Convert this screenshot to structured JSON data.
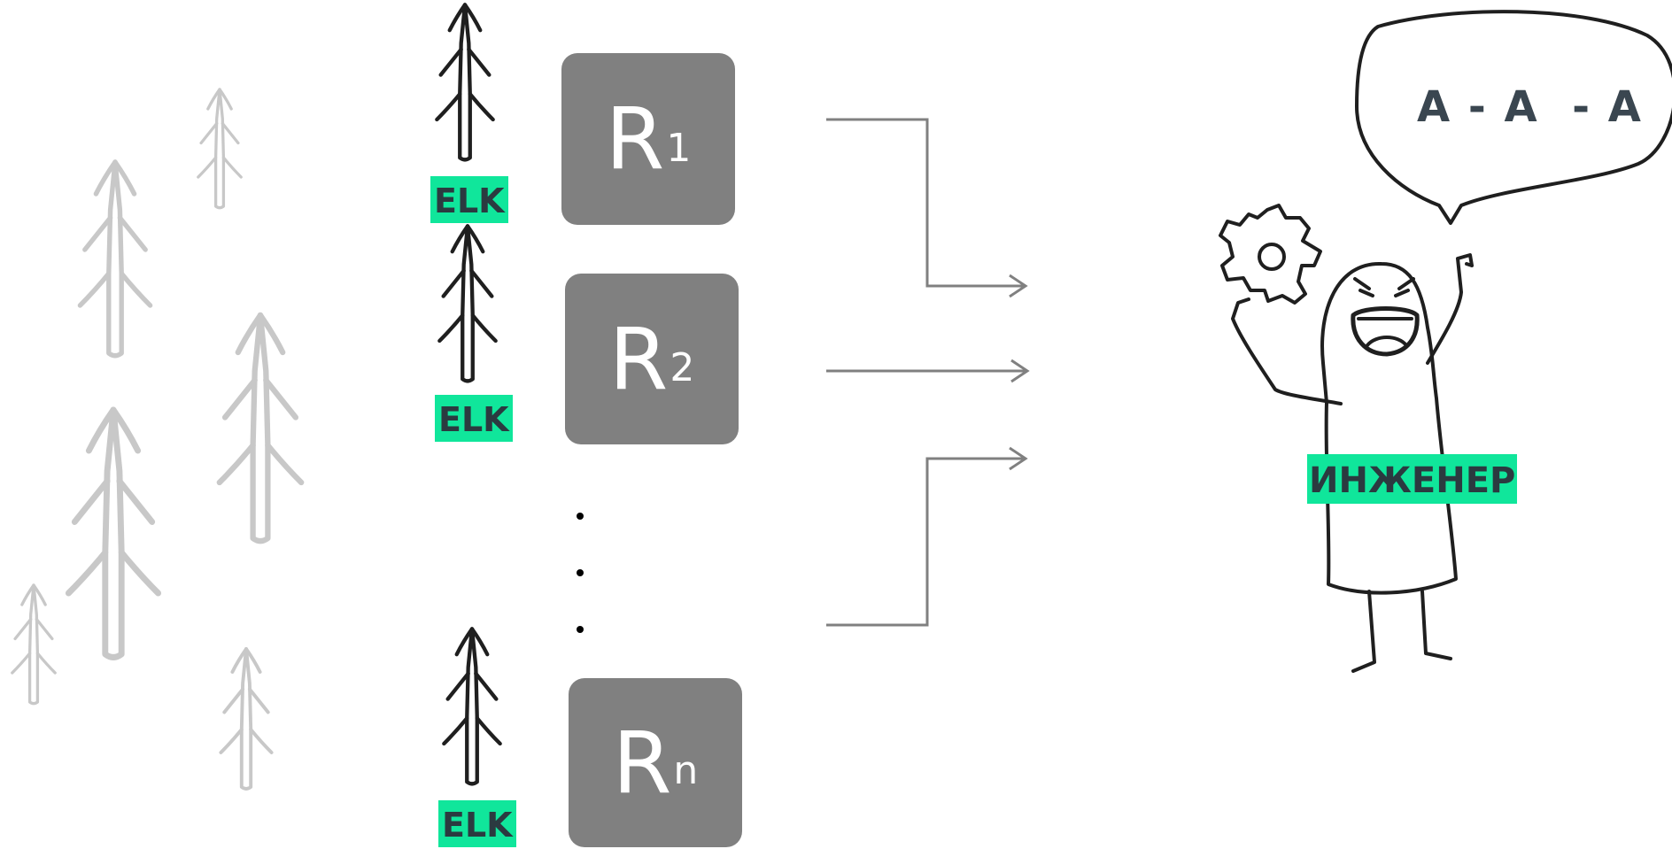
{
  "servers": [
    {
      "letter": "R",
      "index": "1"
    },
    {
      "letter": "R",
      "index": "2"
    },
    {
      "letter": "R",
      "index": "n"
    }
  ],
  "elk_tags": [
    "ELK",
    "ELK",
    "ELK"
  ],
  "engineer": {
    "role_label": "ИНЖЕНЕР",
    "speech": "A - A  - A"
  },
  "colors": {
    "tag_background": "#10e69b",
    "tag_text": "#2b3a40",
    "server_fill": "#808080",
    "connector": "#808080",
    "faded_tree": "#c8c8c8",
    "dark_tree": "#1f1f1f"
  },
  "icons": {
    "forest": "tree-icon",
    "gear": "gear-icon",
    "person": "stick-figure-icon"
  }
}
